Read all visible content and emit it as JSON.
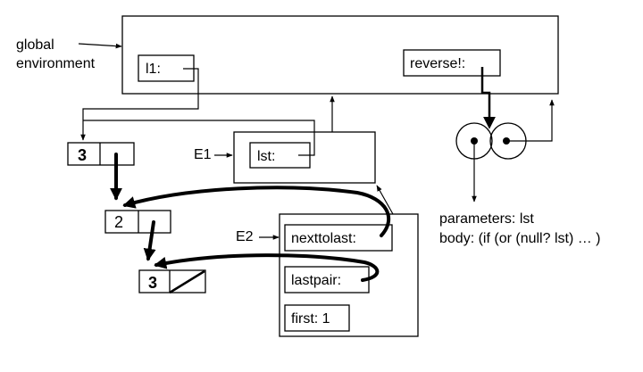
{
  "global_env": {
    "label_line1": "global",
    "label_line2": "environment",
    "bindings": [
      {
        "name": "l1:"
      },
      {
        "name": "reverse!:"
      }
    ]
  },
  "frames": [
    {
      "name": "E1",
      "bindings": [
        {
          "name": "lst:"
        }
      ]
    },
    {
      "name": "E2",
      "bindings": [
        {
          "name": "nexttolast:"
        },
        {
          "name": "lastpair:"
        },
        {
          "name": "first: 1"
        }
      ]
    }
  ],
  "pairs": [
    {
      "car": "3"
    },
    {
      "car": "2"
    },
    {
      "car": "3"
    }
  ],
  "procedure": {
    "parameters": "parameters: lst",
    "body": "body: (if (or (null? lst) … )"
  }
}
